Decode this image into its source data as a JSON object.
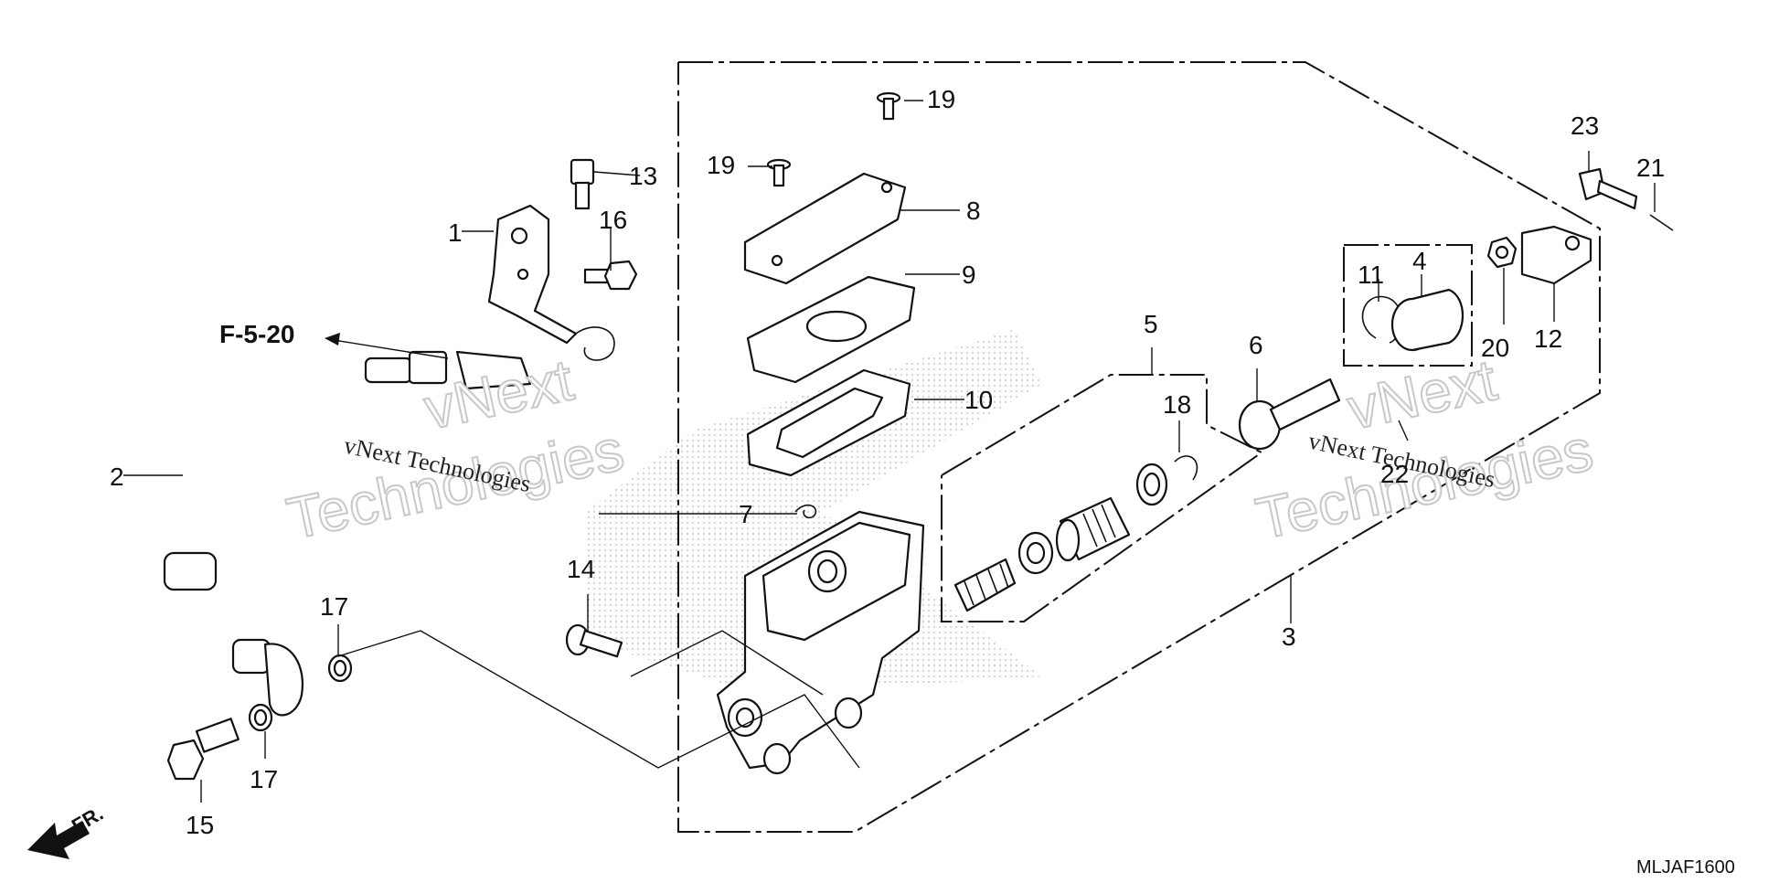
{
  "diagram": {
    "code": "MLJAF1600",
    "reference": "F-5-20",
    "direction": "FR.",
    "watermark": {
      "large_line1": "vNext",
      "large_line2": "Technologies",
      "small": "vNext Technologies"
    },
    "callouts": {
      "p1": "1",
      "p2": "2",
      "p3": "3",
      "p4": "4",
      "p5": "5",
      "p6": "6",
      "p7": "7",
      "p8": "8",
      "p9": "9",
      "p10": "10",
      "p11": "11",
      "p12": "12",
      "p13": "13",
      "p14": "14",
      "p15": "15",
      "p16": "16",
      "p17a": "17",
      "p17b": "17",
      "p18": "18",
      "p19a": "19",
      "p19b": "19",
      "p20": "20",
      "p21": "21",
      "p22": "22",
      "p23": "23"
    }
  }
}
